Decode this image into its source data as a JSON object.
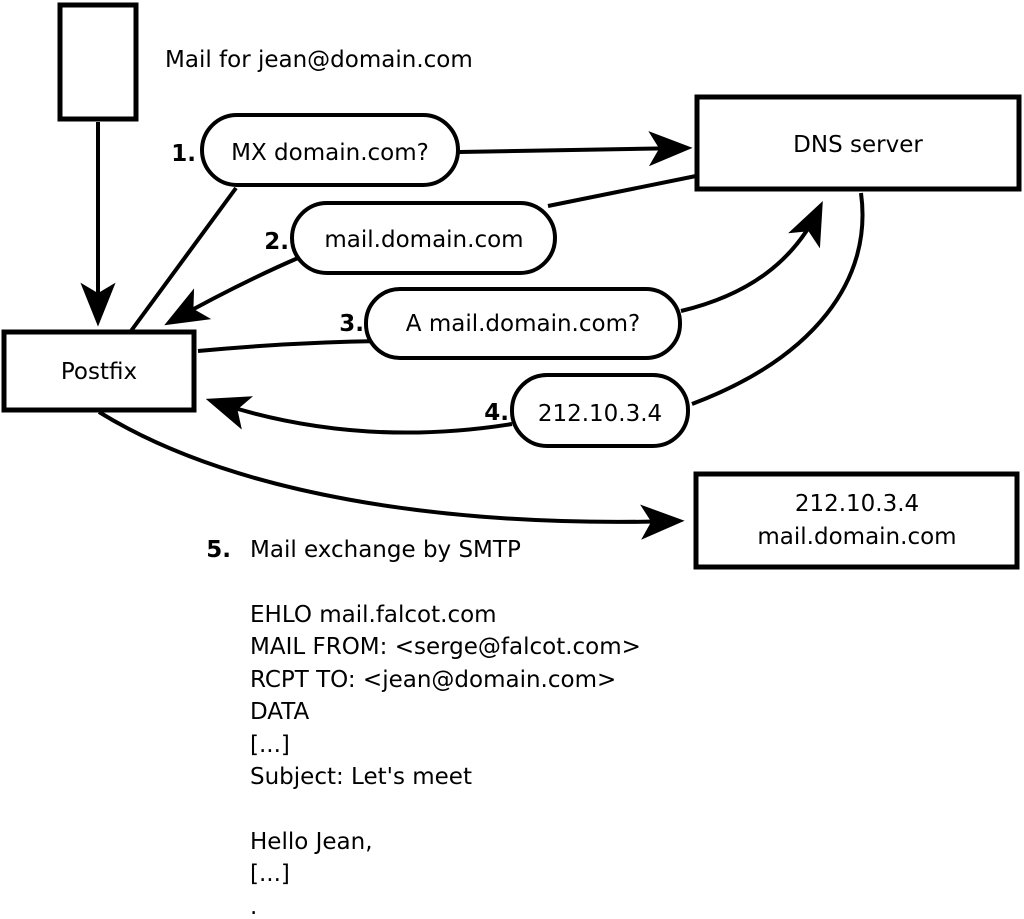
{
  "colors": {
    "ink": "#000000",
    "paper": "#ffffff"
  },
  "note": "Mail for jean@domain.com",
  "nodes": {
    "postfix": "Postfix",
    "dns_server": "DNS server",
    "mail_server": {
      "ip": "212.10.3.4",
      "hostname": "mail.domain.com"
    }
  },
  "steps": [
    {
      "num": "1.",
      "label": "MX domain.com?"
    },
    {
      "num": "2.",
      "label": "mail.domain.com"
    },
    {
      "num": "3.",
      "label": "A mail.domain.com?"
    },
    {
      "num": "4.",
      "label": "212.10.3.4"
    },
    {
      "num": "5.",
      "label": "Mail exchange by SMTP"
    }
  ],
  "smtp_session": {
    "lines": [
      "EHLO mail.falcot.com",
      "MAIL FROM: <serge@falcot.com>",
      "RCPT TO: <jean@domain.com>",
      "DATA",
      "[...]",
      "Subject: Let's meet",
      "",
      "Hello Jean,",
      "[...]",
      "."
    ]
  }
}
